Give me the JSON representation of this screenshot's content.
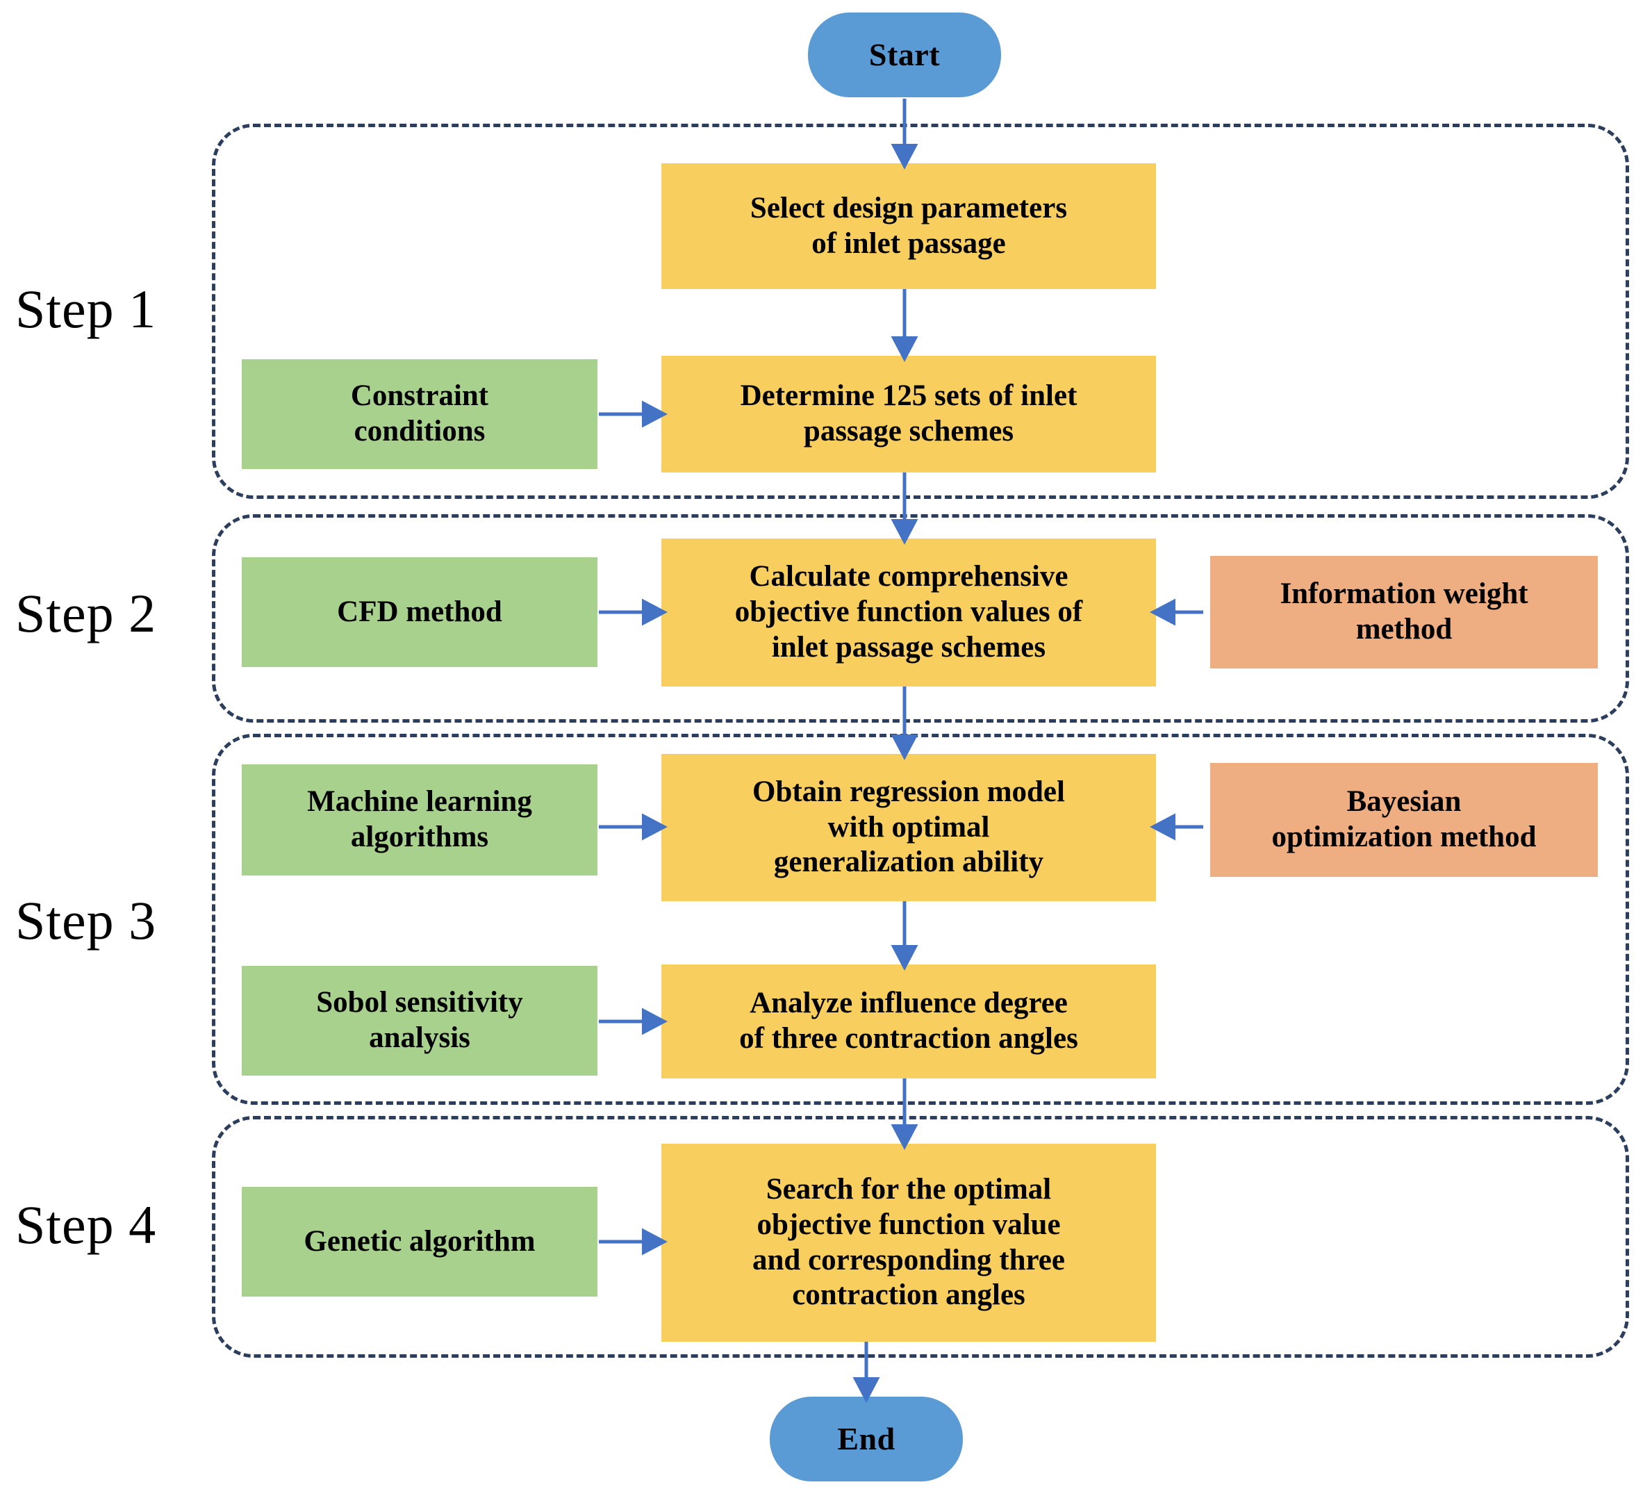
{
  "diagram": {
    "title": "Optimization workflow flowchart",
    "colors": {
      "terminal": "#5B9BD5",
      "process": "#F8CF5E",
      "input": "#A9D18E",
      "aux": "#EFAE81",
      "group_border": "#2C3E5D",
      "arrow": "#4472C4",
      "text": "#000000",
      "background": "#FFFFFF"
    }
  },
  "terminals": {
    "start": "Start",
    "end": "End"
  },
  "steps": [
    {
      "label": "Step 1"
    },
    {
      "label": "Step 2"
    },
    {
      "label": "Step 3"
    },
    {
      "label": "Step 4"
    }
  ],
  "nodes": {
    "select_design_parameters": "Select design parameters\nof inlet passage",
    "constraint_conditions": "Constraint\nconditions",
    "determine_125_sets": "Determine 125 sets of inlet\npassage schemes",
    "cfd_method": "CFD method",
    "calculate_objective": "Calculate comprehensive\nobjective function values of\ninlet passage schemes",
    "information_weight_method": "Information weight\nmethod",
    "machine_learning_algorithms": "Machine learning\nalgorithms",
    "obtain_regression_model": "Obtain regression model\nwith optimal\ngeneralization ability",
    "bayesian_optimization_method": "Bayesian\noptimization method",
    "sobol_sensitivity_analysis": "Sobol sensitivity\nanalysis",
    "analyze_influence_degree": "Analyze influence degree\nof three contraction angles",
    "genetic_algorithm": "Genetic algorithm",
    "search_optimal_objective": "Search for the optimal\nobjective function value\nand corresponding three\ncontraction angles"
  }
}
